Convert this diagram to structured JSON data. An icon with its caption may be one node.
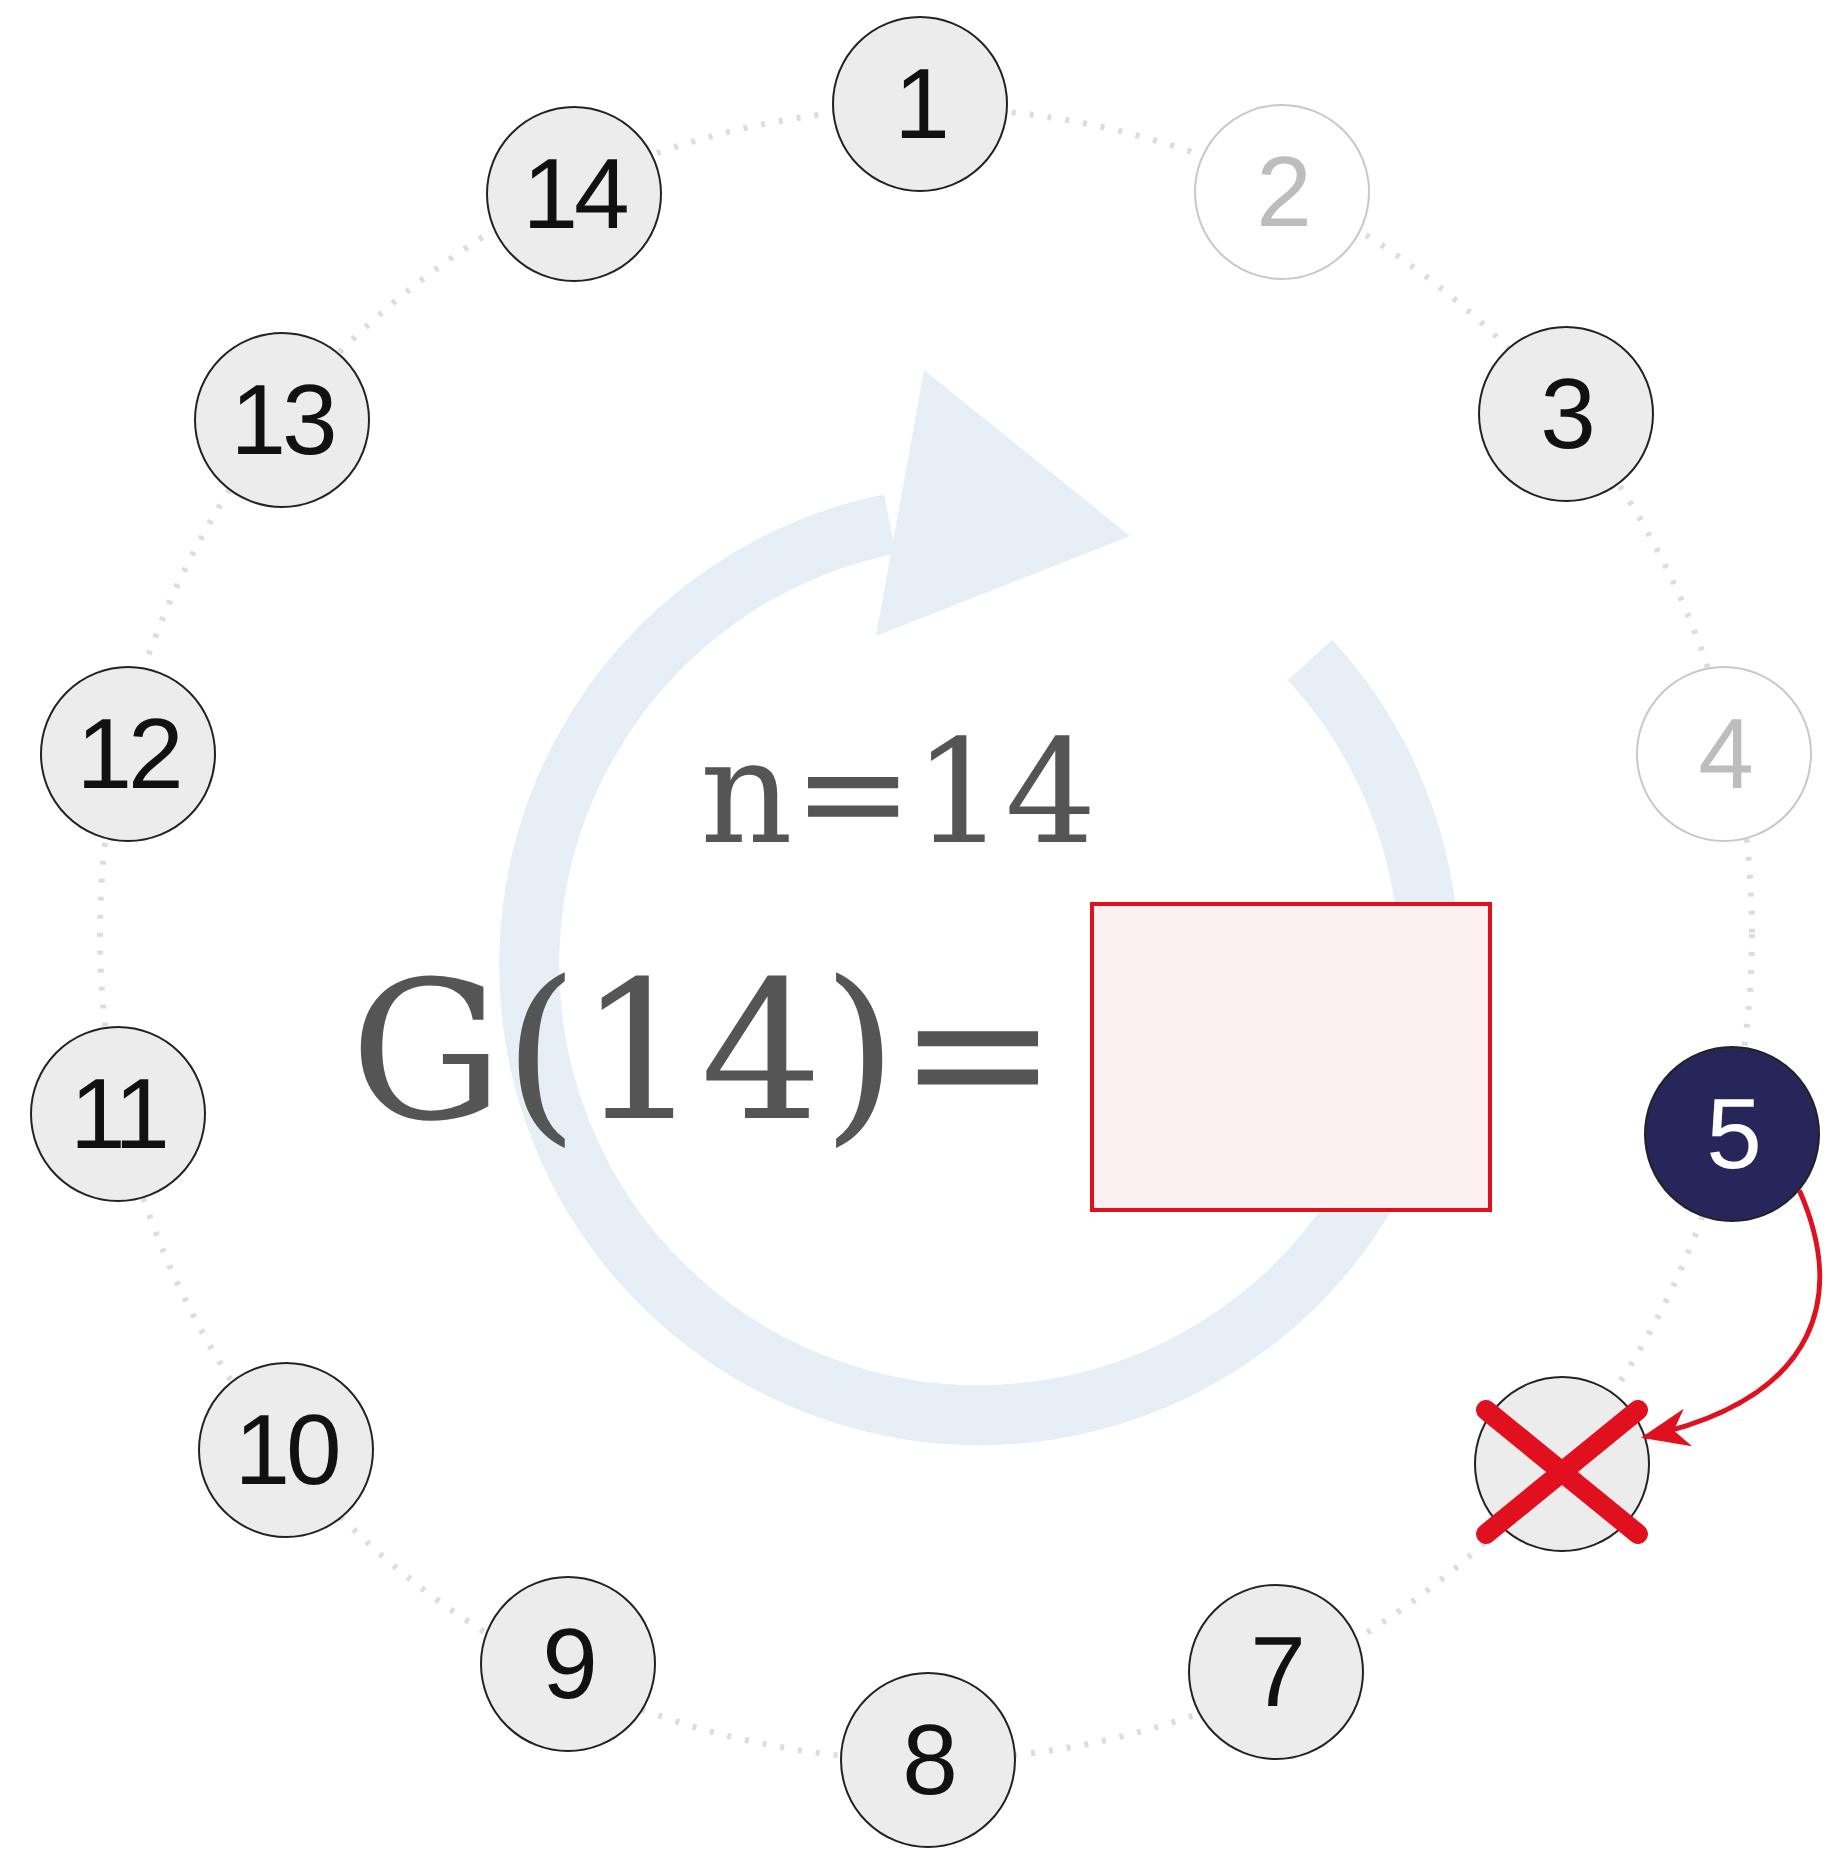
{
  "diagram": {
    "nodes": [
      {
        "text": [
          "1"
        ]
      },
      {
        "text": [
          "2"
        ]
      },
      {
        "text": [
          "3"
        ]
      },
      {
        "text": [
          "4"
        ]
      },
      {
        "text": [
          "5"
        ]
      },
      {
        "text": [],
        "shape": "circle"
      },
      {
        "text": [
          "7"
        ]
      },
      {
        "text": [
          "8"
        ]
      },
      {
        "text": [
          "9"
        ]
      },
      {
        "text": [
          "10"
        ]
      },
      {
        "text": [
          "11"
        ]
      },
      {
        "text": [
          "12"
        ]
      },
      {
        "text": [
          "13"
        ]
      },
      {
        "text": [
          "14"
        ]
      },
      {
        "text": [],
        "shape": "box"
      }
    ],
    "edges": [
      {
        "from": 4,
        "to": 5,
        "arrow": "to",
        "color": "#e0101e"
      }
    ],
    "labels": [
      "n=14",
      "G(14)="
    ]
  }
}
